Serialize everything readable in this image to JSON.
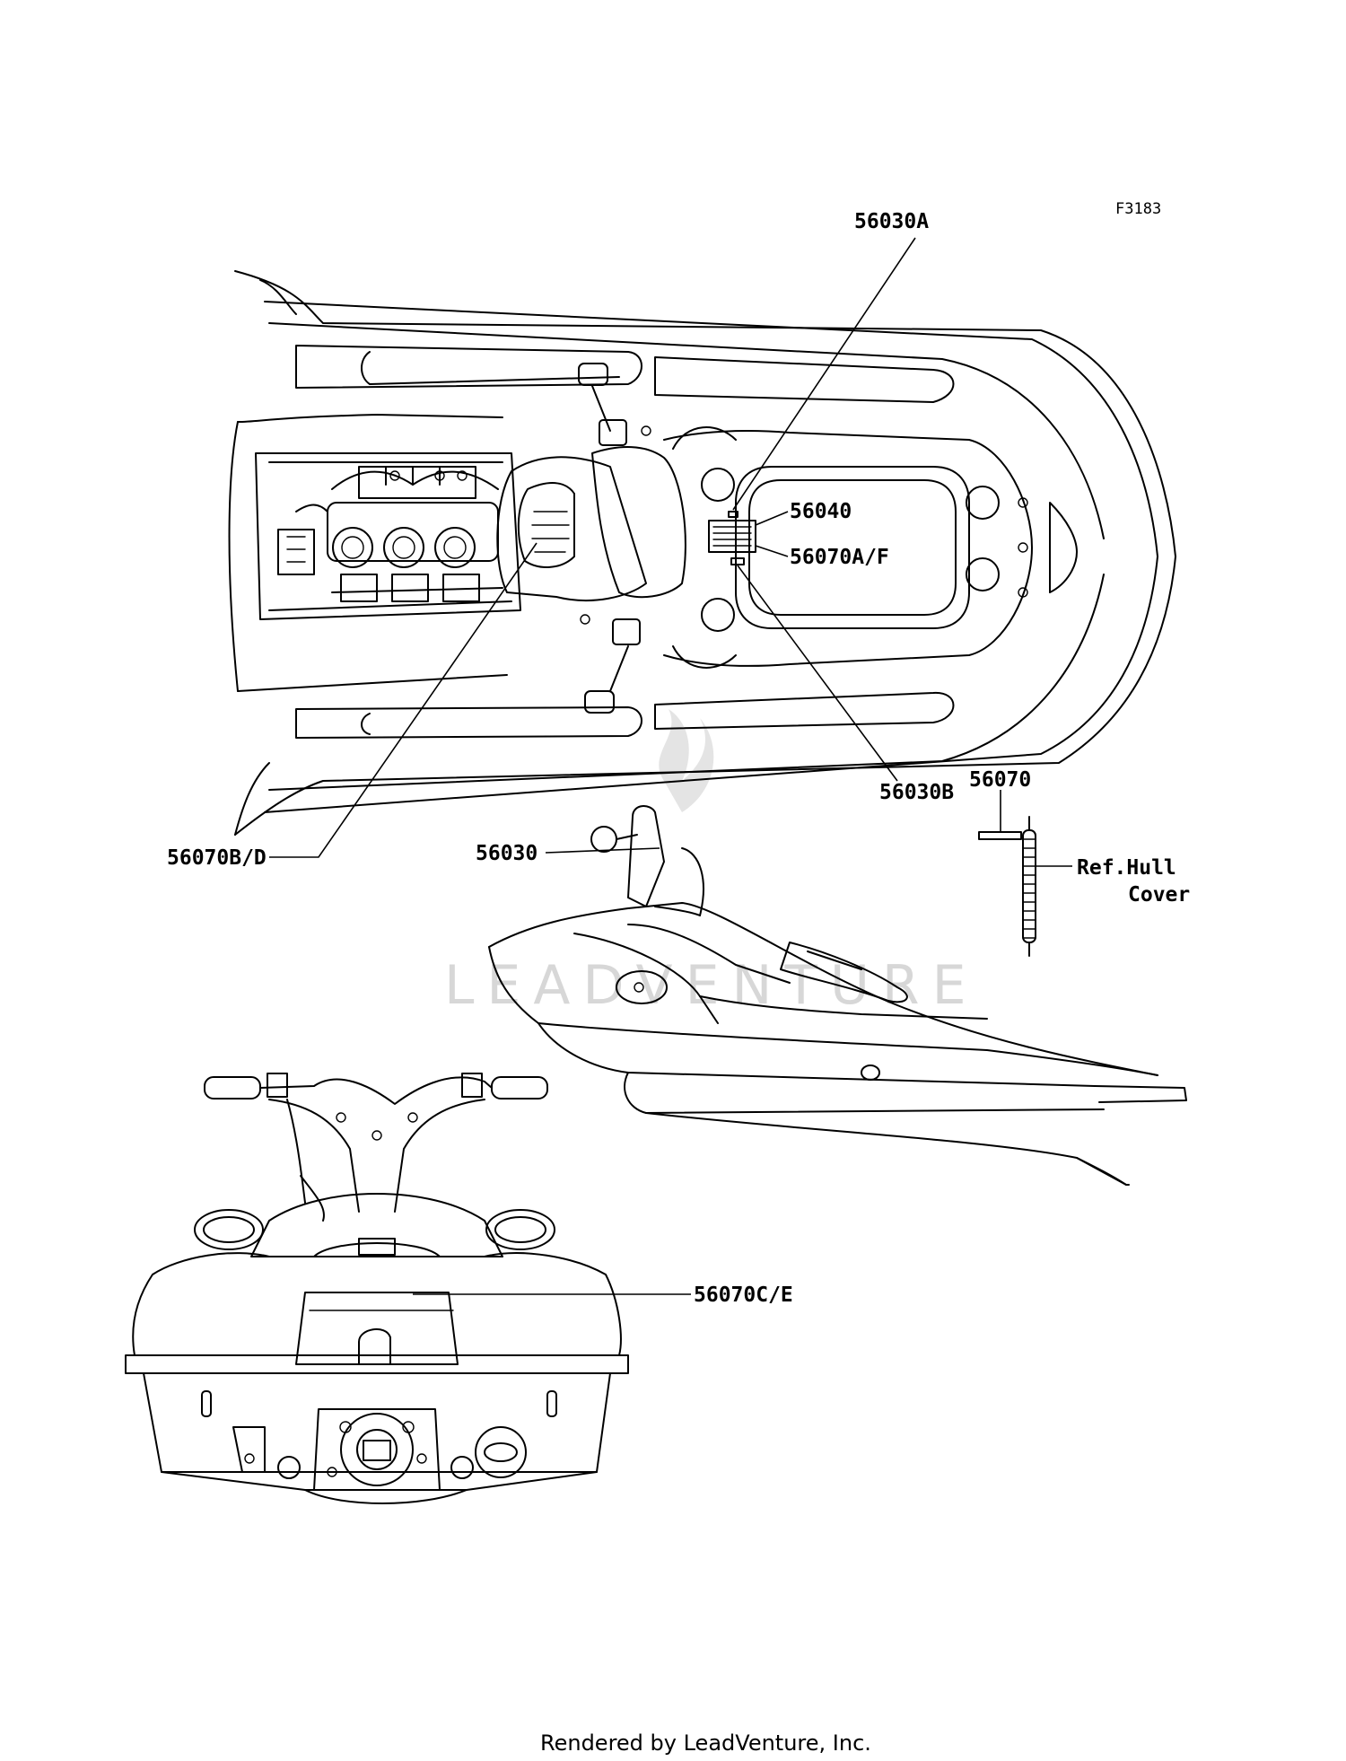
{
  "diagram_code": "F3183",
  "callouts": {
    "c56030A": "56030A",
    "c56040": "56040",
    "c56070AF": "56070A/F",
    "c56030B": "56030B",
    "c56070": "56070",
    "ref_hull_line1": "Ref.Hull",
    "ref_hull_line2": "Cover",
    "c56070BD": "56070B/D",
    "c56030": "56030",
    "c56070CE": "56070C/E"
  },
  "watermark": "LEADVENTURE",
  "footer": "Rendered by LeadVenture, Inc."
}
